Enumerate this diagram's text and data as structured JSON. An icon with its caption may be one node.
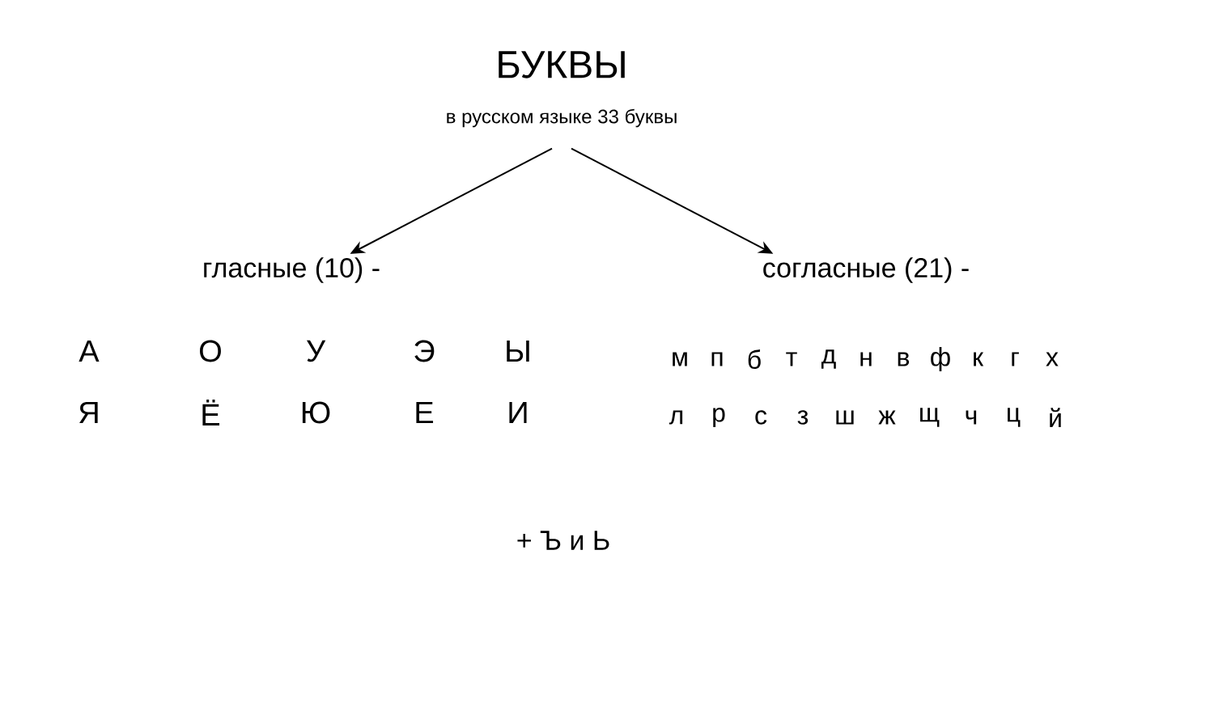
{
  "diagram": {
    "title": "БУКВЫ",
    "nodes": [
      {
        "text": [
          "в русском языке  33 буквы"
        ]
      },
      {
        "text": [
          "гласные (10) -"
        ]
      },
      {
        "text": [
          "согласные (21) -"
        ]
      }
    ],
    "edges": [
      {
        "from": 0,
        "to": 1,
        "arrow": "to"
      },
      {
        "from": 0,
        "to": 2,
        "arrow": "to"
      }
    ],
    "labels": [
      "А",
      "О",
      "У",
      "Э",
      "Ы",
      "Я",
      "Ё",
      "Ю",
      "Е",
      "И",
      "м",
      "п",
      "б",
      "т",
      "д",
      "н",
      "в",
      "ф",
      "к",
      "г",
      "х",
      "л",
      "р",
      "с",
      "з",
      "ш",
      "ж",
      "щ",
      "ч",
      "ц",
      "й",
      "+ Ъ  и  Ь"
    ]
  }
}
